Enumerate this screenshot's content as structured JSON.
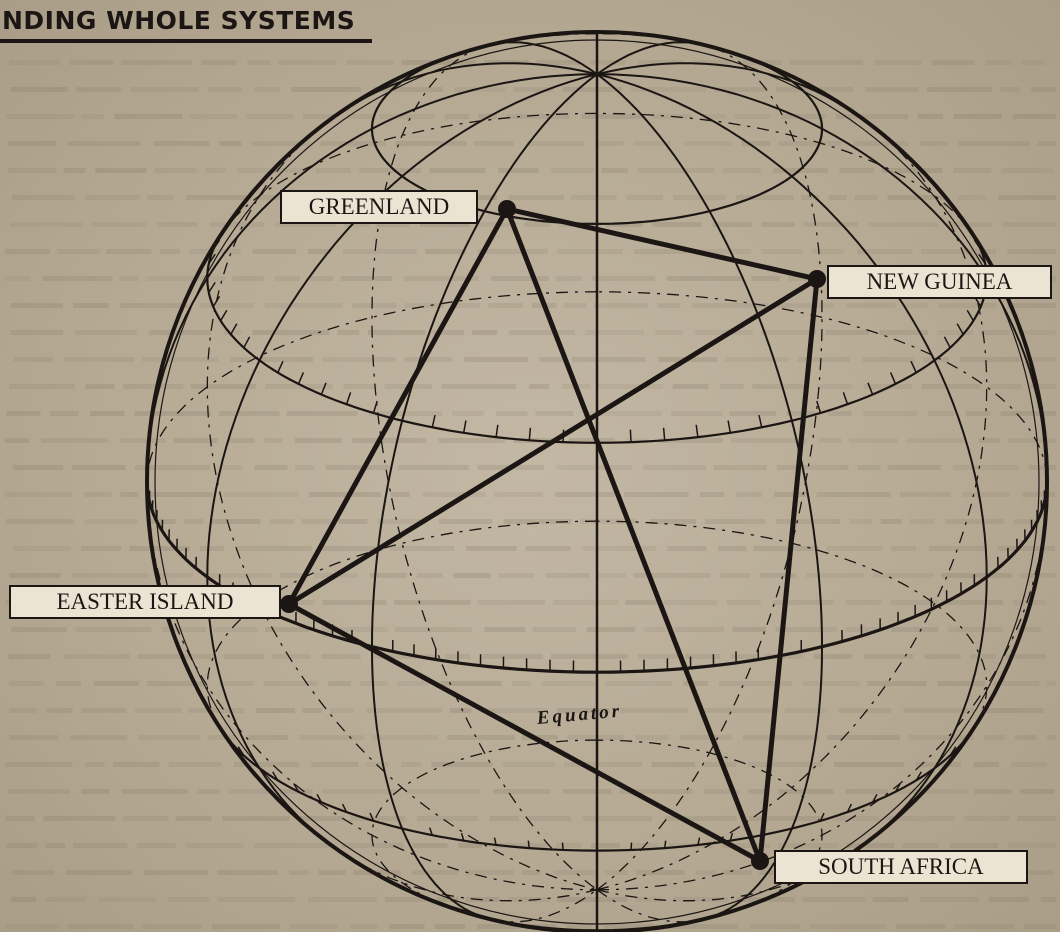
{
  "header": {
    "title": "NDING WHOLE SYSTEMS"
  },
  "globe": {
    "equator_label": "Equator",
    "points": [
      {
        "id": "greenland",
        "label": "GREENLAND"
      },
      {
        "id": "new_guinea",
        "label": "NEW GUINEA"
      },
      {
        "id": "easter_island",
        "label": "EASTER ISLAND"
      },
      {
        "id": "south_africa",
        "label": "SOUTH AFRICA"
      }
    ],
    "connections": [
      [
        "greenland",
        "new_guinea"
      ],
      [
        "greenland",
        "easter_island"
      ],
      [
        "greenland",
        "south_africa"
      ],
      [
        "new_guinea",
        "easter_island"
      ],
      [
        "new_guinea",
        "south_africa"
      ],
      [
        "easter_island",
        "south_africa"
      ]
    ]
  },
  "colors": {
    "ink": "#1b1613",
    "paper": "#b7ab97",
    "label_bg": "#ece4d2"
  }
}
